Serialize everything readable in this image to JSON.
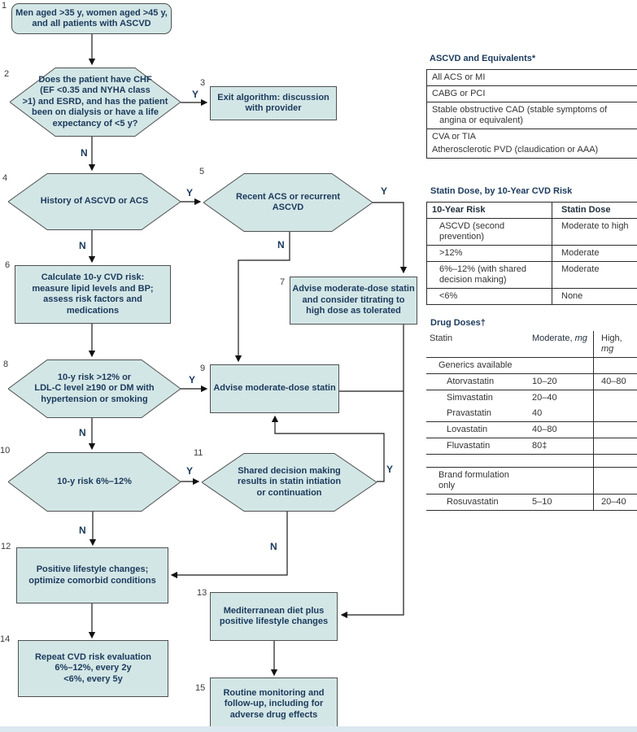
{
  "flowchart": {
    "labels": {
      "yes": "Y",
      "no": "N"
    },
    "nodes": [
      {
        "number": "1",
        "text": "Men aged >35 y, women aged >45 y,\nand all patients with ASCVD"
      },
      {
        "number": "2",
        "text": "Does the patient have CHF\n(EF <0.35 and NYHA class\n>1) and ESRD, and has the patient\nbeen on dialysis or have a life\nexpectancy of <5 y?"
      },
      {
        "number": "3",
        "text": "Exit algorithm: discussion\nwith provider"
      },
      {
        "number": "4",
        "text": "History of ASCVD or ACS"
      },
      {
        "number": "5",
        "text": "Recent ACS or recurrent\nASCVD"
      },
      {
        "number": "6",
        "text": "Calculate 10-y CVD risk:\nmeasure lipid levels and BP;\nassess risk factors and\nmedications"
      },
      {
        "number": "7",
        "text": "Advise moderate-dose statin\nand consider titrating to\nhigh dose as tolerated"
      },
      {
        "number": "8",
        "text": "10-y risk >12% or\nLDL-C level ≥190 or DM with\nhypertension or smoking"
      },
      {
        "number": "9",
        "text": "Advise moderate-dose statin"
      },
      {
        "number": "10",
        "text": "10-y risk 6%–12%"
      },
      {
        "number": "11",
        "text": "Shared decision making\nresults in statin intiation\nor continuation"
      },
      {
        "number": "12",
        "text": "Positive lifestyle changes;\noptimize comorbid conditions"
      },
      {
        "number": "13",
        "text": "Mediterranean diet plus\npositive lifestyle changes"
      },
      {
        "number": "14",
        "text": "Repeat CVD risk evaluation\n6%–12%, every 2y\n<6%, every 5y"
      },
      {
        "number": "15",
        "text": "Routine monitoring and\nfollow-up, including for\nadverse drug effects"
      }
    ]
  },
  "tables": {
    "ascvd": {
      "title": "ASCVD and Equivalents*",
      "rows": [
        "All ACS or MI",
        "CABG or PCI",
        "Stable obstructive CAD (stable symptoms of\n   angina or equivalent)",
        "CVA or TIA",
        "Atherosclerotic PVD (claudication or AAA)"
      ]
    },
    "statin_dose": {
      "title": "Statin Dose, by 10-Year CVD Risk",
      "headers": [
        "10-Year Risk",
        "Statin Dose"
      ],
      "rows": [
        [
          "ASCVD (second prevention)",
          "Moderate to high"
        ],
        [
          ">12%",
          "Moderate"
        ],
        [
          "6%–12% (with shared\ndecision making)",
          "Moderate"
        ],
        [
          "<6%",
          "None"
        ]
      ]
    },
    "drug_doses": {
      "title": "Drug Doses†",
      "col1_header": "Statin",
      "col2_header": "Moderate,",
      "col2_unit": "mg",
      "col3_header": "High,",
      "col3_unit": "mg",
      "group1": "Generics available",
      "group2": "Brand formulation only",
      "rows": [
        [
          "Atorvastatin",
          "10–20",
          "40–80"
        ],
        [
          "Simvastatin",
          "20–40",
          ""
        ],
        [
          "Pravastatin",
          "40",
          ""
        ],
        [
          "Lovastatin",
          "40–80",
          ""
        ],
        [
          "Fluvastatin",
          "80‡",
          ""
        ],
        [
          "Rosuvastatin",
          "5–10",
          "20–40"
        ]
      ]
    }
  }
}
